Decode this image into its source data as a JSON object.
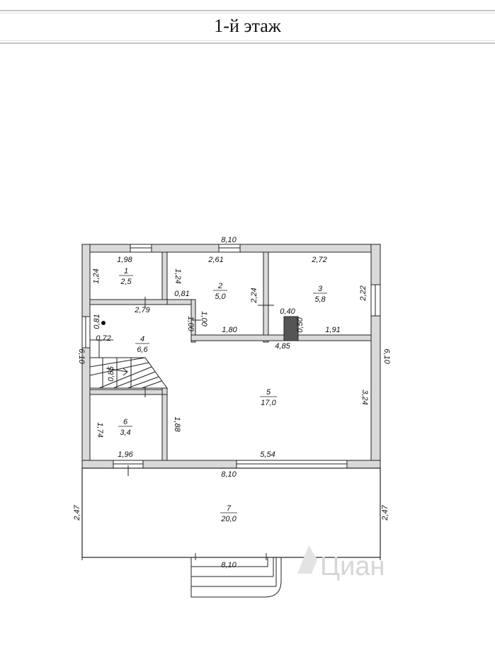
{
  "header": {
    "title": "1-й этаж"
  },
  "watermark": {
    "text": "Циан"
  },
  "rooms": [
    {
      "number": "1",
      "area": "2,5"
    },
    {
      "number": "2",
      "area": "5,0"
    },
    {
      "number": "3",
      "area": "5,8"
    },
    {
      "number": "4",
      "area": "6,6"
    },
    {
      "number": "5",
      "area": "17,0"
    },
    {
      "number": "6",
      "area": "3,4"
    },
    {
      "number": "7",
      "area": "20,0"
    }
  ],
  "dimensions": {
    "top_total": "8,10",
    "r1_width": "1,98",
    "r1_height": "1,24",
    "r2_width": "2,61",
    "r2_left_wall": "1,24",
    "r2_step": "0,81",
    "r2_right_wall": "2,24",
    "r3_width": "2,72",
    "r3_height": "2,22",
    "hall_top": "2,79",
    "hall_left_upper": "0,81",
    "hall_stair_gap": "0,72",
    "stair_width": "0,85",
    "wall_a": "1,00",
    "wall_b": "1,00",
    "wall_1_80": "1,80",
    "chimney_w": "0,40",
    "chimney_h": "0,50",
    "wall_1_91": "1,91",
    "wall_4_85": "4,85",
    "left_total": "6,10",
    "right_total": "6,10",
    "r5_right": "3,24",
    "r6_height": "1,74",
    "r6_partition": "1,88",
    "r6_width": "1,96",
    "r5_bottom_window": "5,54",
    "house_bottom": "8,10",
    "terrace_left": "2,47",
    "terrace_right": "2,47",
    "terrace_bottom": "8,10"
  }
}
